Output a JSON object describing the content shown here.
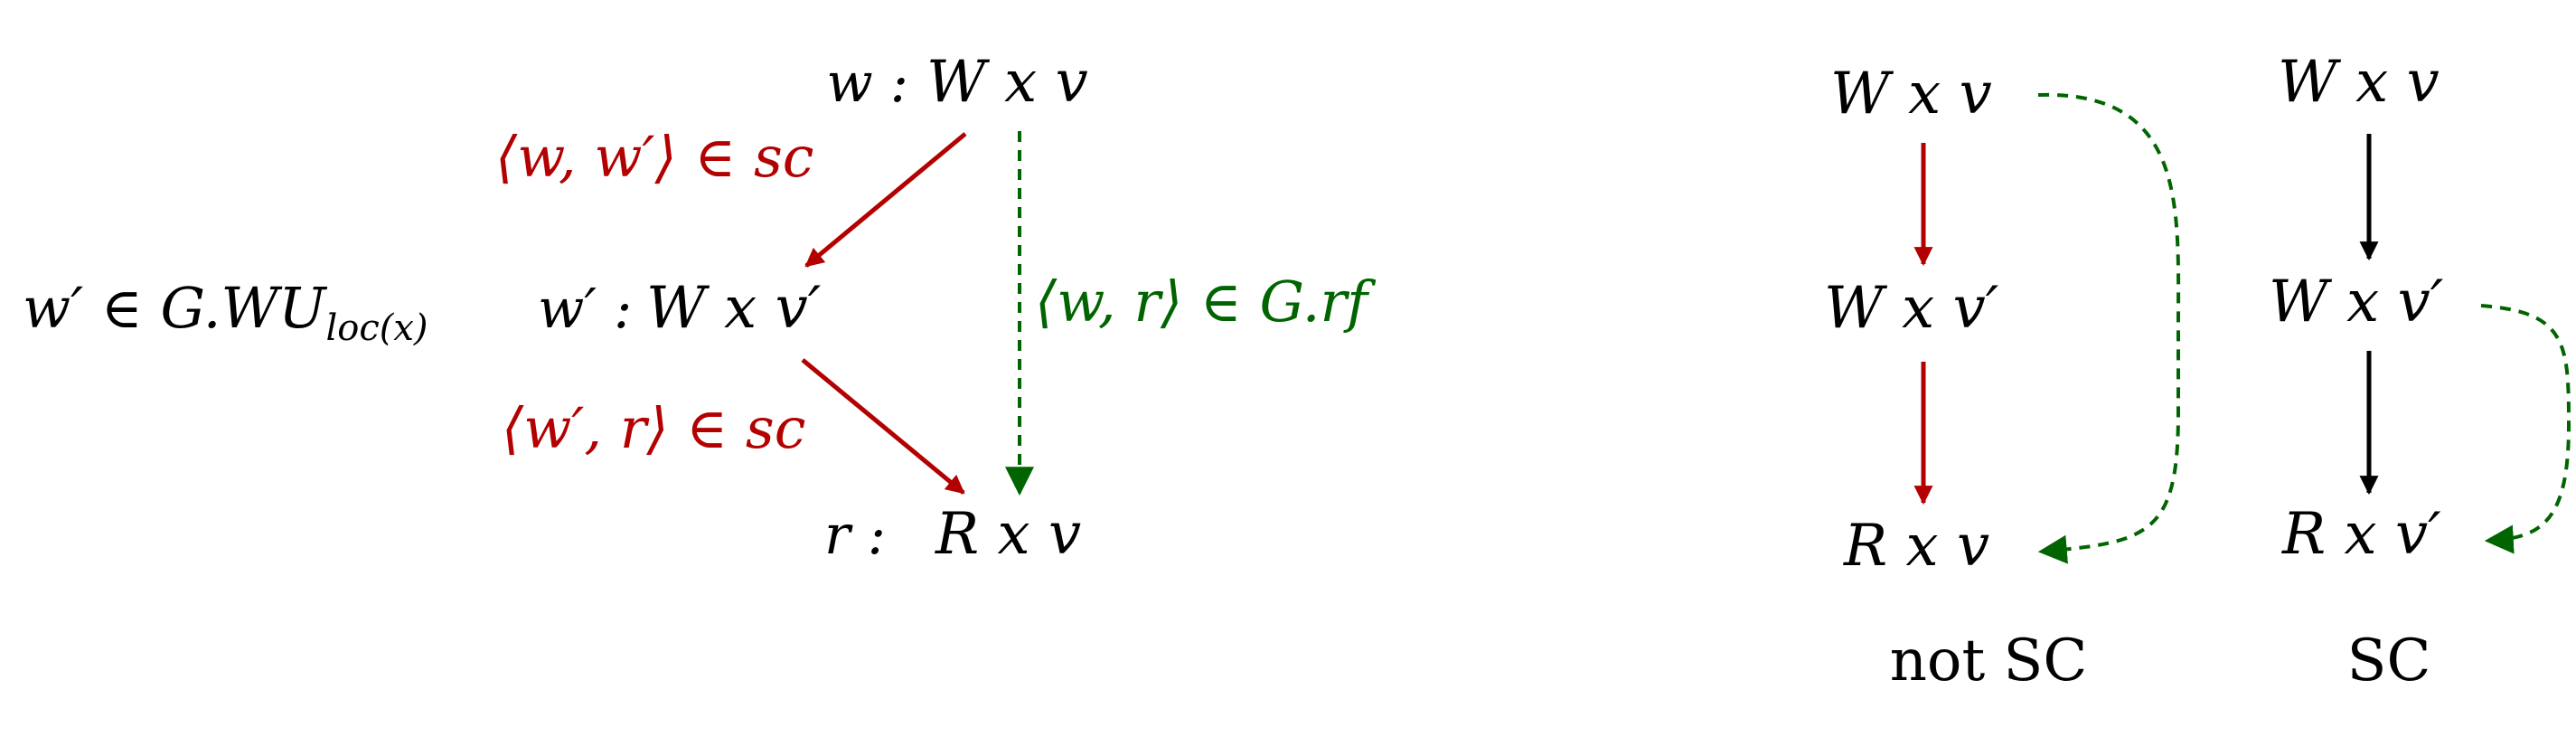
{
  "colors": {
    "red": "#b30000",
    "green": "#006400",
    "black": "#000000"
  },
  "left": {
    "w_label": "w :",
    "w_event": "W x  v",
    "wp_label": "w′ :",
    "wp_event": "W x  v′",
    "r_label": "r :",
    "r_event": "R x  v",
    "wp_membership": "w′ ∈ G.WU",
    "wp_membership_sub": "loc(x)",
    "sc_edge_1": "⟨w, w′⟩ ∈ sc",
    "sc_edge_2": "⟨w′, r⟩ ∈ sc",
    "rf_edge": "⟨w, r⟩ ∈ G.rf"
  },
  "not_sc": {
    "top": "W x  v",
    "middle": "W x  v′",
    "bottom": "R x  v",
    "caption": "not SC"
  },
  "sc": {
    "top": "W x  v",
    "middle": "W x  v′",
    "bottom": "R x  v′",
    "caption": "SC"
  }
}
